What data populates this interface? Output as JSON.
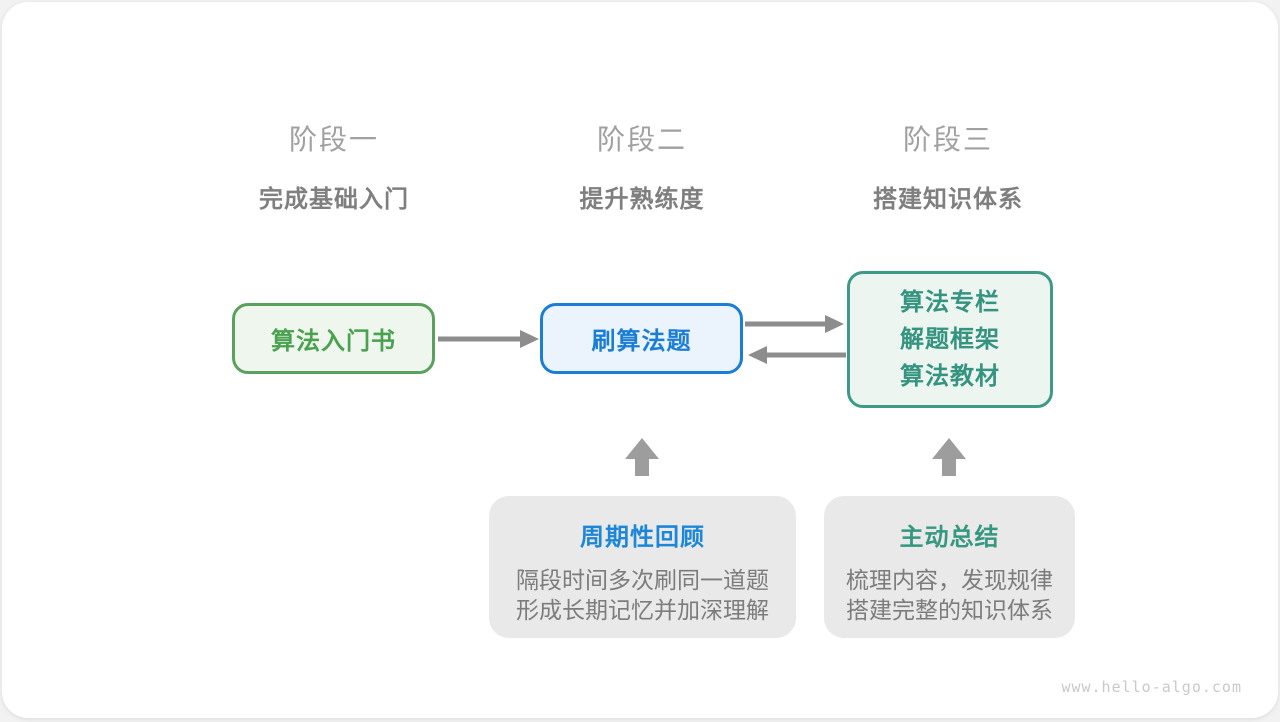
{
  "page": {
    "watermark": "www.hello-algo.com"
  },
  "stages": [
    {
      "label": "阶段一",
      "subtitle": "完成基础入门"
    },
    {
      "label": "阶段二",
      "subtitle": "提升熟练度"
    },
    {
      "label": "阶段三",
      "subtitle": "搭建知识体系"
    }
  ],
  "nodes": {
    "entry": {
      "label": "算法入门书"
    },
    "practice": {
      "label": "刷算法题"
    },
    "resources": {
      "line1": "算法专栏",
      "line2": "解题框架",
      "line3": "算法教材"
    }
  },
  "notes": {
    "review": {
      "title": "周期性回顾",
      "line1": "隔段时间多次刷同一道题",
      "line2": "形成长期记忆并加深理解"
    },
    "summarize": {
      "title": "主动总结",
      "line1": "梳理内容，发现规律",
      "line2": "搭建完整的知识体系"
    }
  },
  "colors": {
    "green_border": "#5ba15e",
    "green_bg": "#eef6ee",
    "green_text": "#4aa150",
    "blue_border": "#1a7dd6",
    "blue_bg": "#ebf4fc",
    "blue_text": "#1a7dd6",
    "teal_border": "#3d9a87",
    "teal_bg": "#edf5f1",
    "teal_text": "#359480",
    "note_bg": "#e9e9e9",
    "note_title_blue": "#1c87d8",
    "note_title_teal": "#34977f",
    "note_body_text": "#7c7c7c",
    "arrow_gray": "#8d8d8d",
    "block_arrow_gray": "#9d9d9d",
    "stage_label_gray": "#a0a0a0",
    "stage_subtitle_gray": "#7f7f7f",
    "watermark_gray": "#c9c9c9"
  }
}
